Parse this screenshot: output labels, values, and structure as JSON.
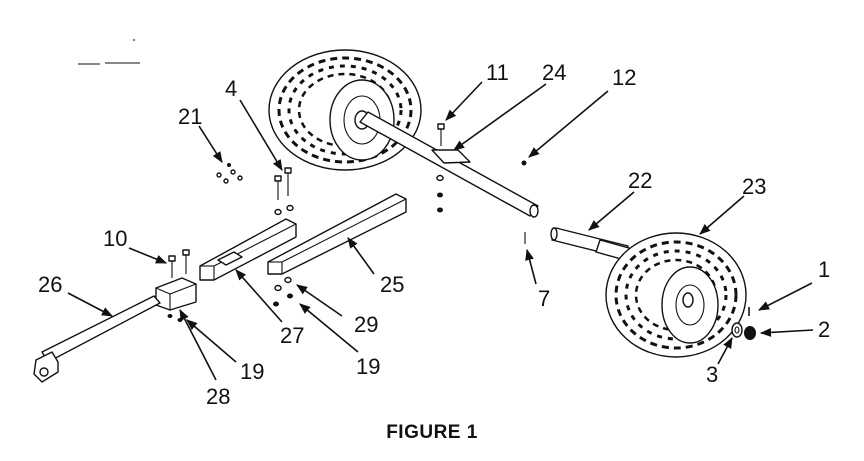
{
  "figure": {
    "caption": "FIGURE 1",
    "callouts": [
      "1",
      "2",
      "3",
      "4",
      "7",
      "10",
      "11",
      "12",
      "19",
      "19",
      "21",
      "22",
      "23",
      "24",
      "25",
      "26",
      "27",
      "28",
      "29"
    ]
  },
  "colors": {
    "line": "#111111",
    "background": "#ffffff"
  }
}
